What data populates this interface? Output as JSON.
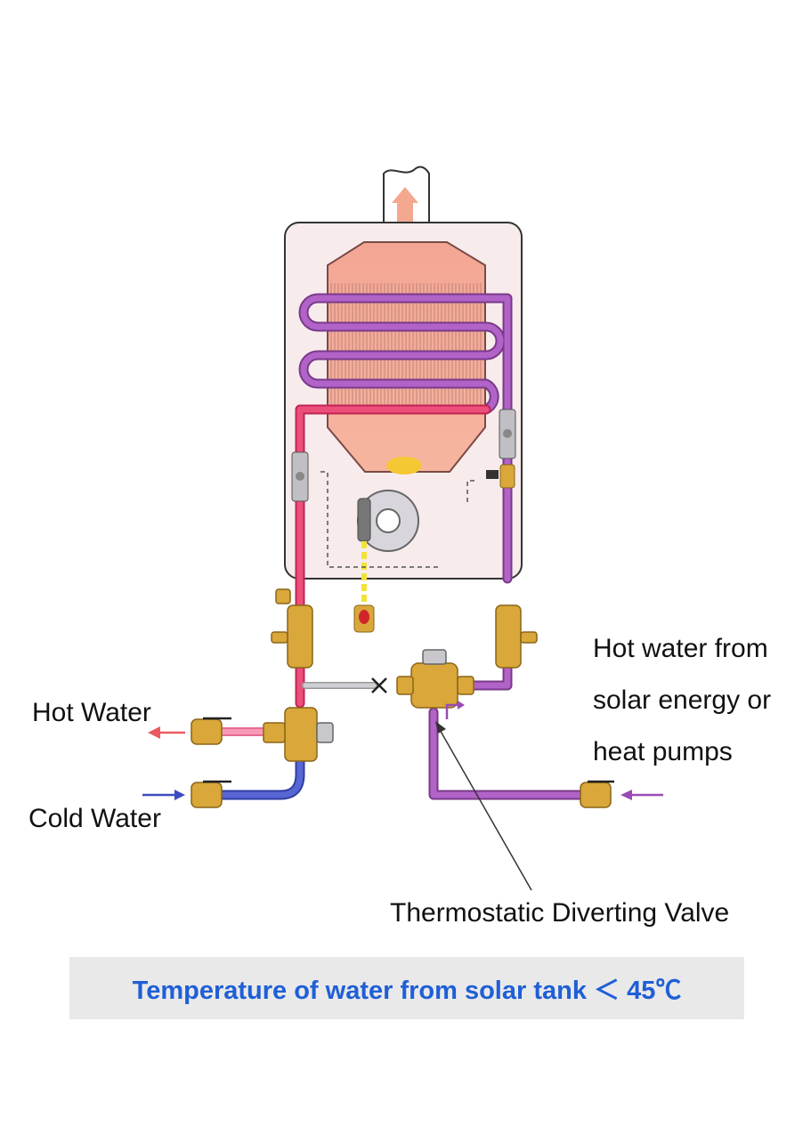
{
  "labels": {
    "hot_water": "Hot Water",
    "cold_water": "Cold Water",
    "solar_source": [
      "Hot water from",
      "solar energy or",
      "heat pumps"
    ],
    "valve": "Thermostatic Diverting Valve"
  },
  "caption": {
    "text": "Temperature of water from solar tank ＜ 45℃",
    "background": "#e9e9ea",
    "color": "#1f5fd6"
  },
  "colors": {
    "hot_pipe": "#e8466e",
    "cold_pipe": "#4a56c8",
    "solar_pipe": "#9a4bb5",
    "heat_exchanger": "#f4a694",
    "valve_brass": "#d9a73a",
    "gas_line": "#f2e23a"
  }
}
